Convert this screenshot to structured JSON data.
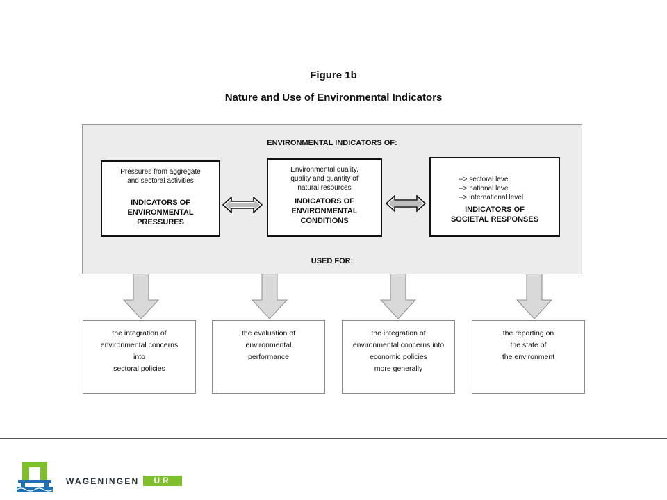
{
  "figure": {
    "label": "Figure 1b",
    "title": "Nature and Use of Environmental Indicators"
  },
  "panel": {
    "heading": "ENVIRONMENTAL INDICATORS OF:",
    "used_for": "USED FOR:"
  },
  "indicators": [
    {
      "desc_lines": [
        "Pressures from aggregate",
        "and sectoral activities"
      ],
      "title_lines": [
        "INDICATORS OF",
        "ENVIRONMENTAL",
        "PRESSURES"
      ]
    },
    {
      "desc_lines": [
        "Environmental quality,",
        "quality and quantity of",
        "natural resources"
      ],
      "title_lines": [
        "INDICATORS OF",
        "ENVIRONMENTAL",
        "CONDITIONS"
      ]
    },
    {
      "desc_lines": [
        "--> sectoral level",
        "--> national level",
        "--> international level"
      ],
      "title_lines": [
        "INDICATORS OF",
        "SOCIETAL RESPONSES"
      ]
    }
  ],
  "uses": [
    [
      "the integration of",
      "environmental concerns",
      "into",
      "sectoral policies"
    ],
    [
      "the evaluation of",
      "environmental",
      "performance"
    ],
    [
      "the integration of",
      "environmental concerns into",
      "economic policies",
      "more generally"
    ],
    [
      "the reporting on",
      "the state of",
      "the environment"
    ]
  ],
  "footer": {
    "brand": "WAGENINGEN",
    "badge": "UR"
  },
  "colors": {
    "panel_bg": "#ececec",
    "arrow_fill": "#d9d9d9",
    "brand_green": "#7fbf2e",
    "logo_blue": "#1f6fb2"
  }
}
